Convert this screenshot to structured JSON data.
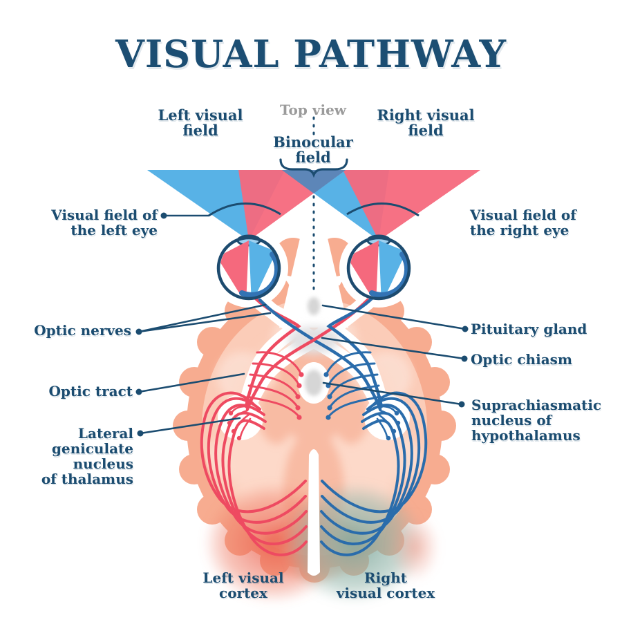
{
  "title": "VISUAL PATHWAY",
  "view_label": "Top view",
  "fields": {
    "left": "Left visual field",
    "right": "Right visual field",
    "binocular": "Binocular field"
  },
  "labels": {
    "visual_field_left_eye": "Visual field of\nthe left eye",
    "optic_nerves": "Optic nerves",
    "optic_tract": "Optic tract",
    "lateral_geniculate": "Lateral\ngeniculate\nnucleus\nof thalamus",
    "visual_field_right_eye": "Visual field of\nthe right eye",
    "pituitary_gland": "Pituitary gland",
    "optic_chiasm": "Optic chiasm",
    "suprachiasmatic": "Suprachiasmatic\nnucleus of\nhypothalamus",
    "left_visual_cortex": "Left visual\ncortex",
    "right_visual_cortex": "Right\nvisual cortex"
  },
  "colors": {
    "label_navy": "#1b4c70",
    "title_navy": "#1c4e73",
    "muted_gray": "#9b9b9b",
    "field_blue": "#58b2e6",
    "field_red": "#f5697d",
    "binocular_overlap": "#5d86b8",
    "nerve_red": "#ee4a61",
    "nerve_blue": "#2a6cab",
    "brain_outer": "#f7ac90",
    "brain_inner": "#fbccb8",
    "brain_core": "#fdd9c9",
    "cortex_left_tint": "#ea5b49",
    "cortex_right_tint": "#8fb3a7"
  }
}
